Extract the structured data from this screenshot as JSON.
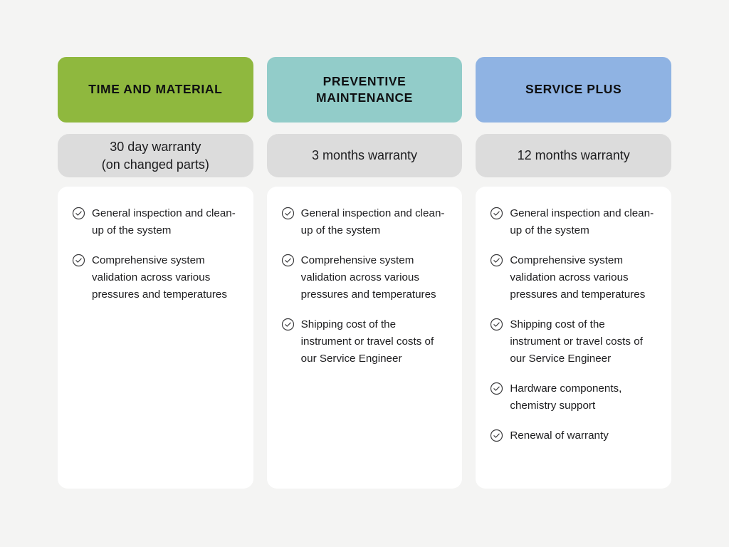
{
  "page": {
    "background_color": "#f4f4f3",
    "card_background_color": "#ffffff",
    "pill_background_color": "#dcdcdc",
    "text_color": "#1d1d1f"
  },
  "icons": {
    "check_circle": "check-circle-icon"
  },
  "columns": [
    {
      "id": "time-and-material",
      "title": "TIME AND MATERIAL",
      "accent_color": "#8fb83e",
      "warranty": "30 day warranty\n(on changed parts)",
      "features": [
        "General inspection and clean-up of the system",
        "Comprehensive system validation across various pressures and temperatures"
      ]
    },
    {
      "id": "preventive-maintenance",
      "title": "PREVENTIVE MAINTENANCE",
      "accent_color": "#92ccc9",
      "warranty": "3 months warranty",
      "features": [
        "General inspection and clean-up of the system",
        "Comprehensive system validation across various pressures and temperatures",
        "Shipping cost of the instrument or travel costs of our Service Engineer"
      ]
    },
    {
      "id": "service-plus",
      "title": "SERVICE PLUS",
      "accent_color": "#8fb3e3",
      "warranty": "12 months warranty",
      "features": [
        "General inspection and clean-up of the system",
        "Comprehensive system validation across various pressures and temperatures",
        "Shipping cost of the instrument or travel costs of our Service Engineer",
        "Hardware components, chemistry support",
        "Renewal of warranty"
      ]
    }
  ]
}
